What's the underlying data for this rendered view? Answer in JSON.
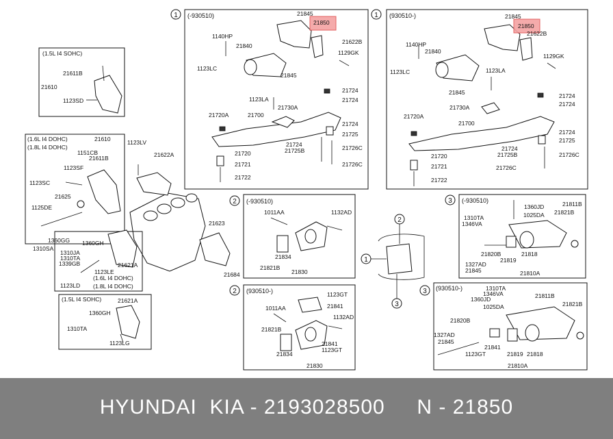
{
  "footer": {
    "brand": "HYUNDAI",
    "maker": "KIA",
    "part_number": "2193028500",
    "ref_no": "21850",
    "dash": "-",
    "line": "HYUNDAI  KIA - 2193028500     N - 21850"
  },
  "highlight_color": "#f4a3a3",
  "callouts": {
    "c1": "1",
    "c2": "2",
    "c3": "3"
  },
  "panel1a": {
    "date": "(-930510)",
    "labels": [
      "21845",
      "21850",
      "1140HP",
      "21840",
      "21622B",
      "1129GK",
      "1123LC",
      "21845",
      "1123LA",
      "21730A",
      "21724",
      "21724",
      "21720A",
      "21700",
      "21724",
      "21725",
      "21720",
      "21724",
      "21725B",
      "21726C",
      "21721",
      "21726C",
      "21722"
    ]
  },
  "panel1b": {
    "date": "(930510-)",
    "labels": [
      "21845",
      "21850",
      "21622B",
      "1140HP",
      "21840",
      "1129GK",
      "1123LC",
      "1123LA",
      "21845",
      "21730A",
      "21724",
      "21724",
      "21720A",
      "21700",
      "21724",
      "21725",
      "21724",
      "21725B",
      "21726C",
      "21720",
      "21721",
      "21726C",
      "21722"
    ]
  },
  "sohc_box": {
    "title": "(1.5L I4 SOHC)",
    "labels": [
      "21611B",
      "21610",
      "1123SD"
    ]
  },
  "dohc_box": {
    "title1": "(1.6L I4 DOHC)",
    "title2": "(1.8L I4 DOHC)",
    "labels": [
      "21610",
      "1151CB",
      "21611B",
      "1123SF",
      "1123SC",
      "21625",
      "1125DE",
      "1360GG",
      "1310SA"
    ]
  },
  "mid_labels": [
    "1123LV",
    "21622A",
    "21623",
    "21684"
  ],
  "dohc_small": {
    "labels": [
      "1360GH",
      "1310JA",
      "1310TA",
      "1339GB",
      "21621A",
      "1123LE",
      "1123LD"
    ],
    "note1": "(1.6L I4 DOHC)",
    "note2": "(1.8L I4 DOHC)"
  },
  "sohc_small": {
    "title": "(1.5L I4 SOHC)",
    "labels": [
      "21621A",
      "1360GH",
      "1310TA",
      "1123LG"
    ]
  },
  "panel2a": {
    "date": "(-930510)",
    "labels": [
      "1011AA",
      "1132AD",
      "21821B",
      "21834",
      "21830"
    ]
  },
  "panel2b": {
    "date": "(930510-)",
    "labels": [
      "1123GT",
      "1011AA",
      "21841",
      "1132AD",
      "21821B",
      "21841",
      "21834",
      "1123GT",
      "21830"
    ]
  },
  "panel3a": {
    "date": "(-930510)",
    "labels": [
      "1310TA",
      "1346VA",
      "1360JD",
      "1025DA",
      "21811B",
      "21821B",
      "1327AD",
      "21820B",
      "21845",
      "21819",
      "21818",
      "21810A"
    ]
  },
  "panel3b": {
    "date": "(930510-)",
    "labels": [
      "1310TA",
      "1346VA",
      "1360JD",
      "1025DA",
      "21811B",
      "21821B",
      "21820B",
      "1327AD",
      "21845",
      "21841",
      "1123GT",
      "21819",
      "21818",
      "21810A"
    ]
  }
}
